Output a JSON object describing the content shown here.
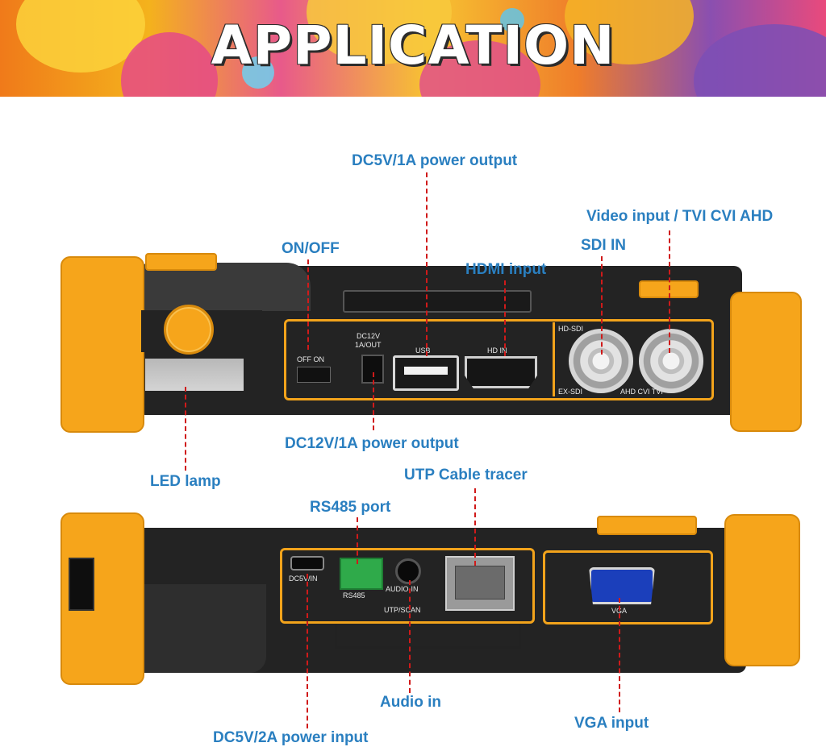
{
  "banner": {
    "title": "APPLICATION"
  },
  "labels": {
    "dc5v_output": "DC5V/1A power output",
    "on_off": "ON/OFF",
    "hdmi_input": "HDMI input",
    "sdi_in": "SDI IN",
    "video_input": "Video input / TVI CVI AHD",
    "dc12v_output": "DC12V/1A power output",
    "led_lamp": "LED lamp",
    "rs485_port": "RS485 port",
    "utp_tracer": "UTP Cable tracer",
    "audio_in": "Audio in",
    "vga_input": "VGA input",
    "dc5v_input": "DC5V/2A power input"
  },
  "device_top": {
    "off_on": "OFF ON",
    "dc12v": "DC12V",
    "dc12v_sub": "1A/OUT",
    "usb": "USB",
    "hd_in": "HD IN",
    "hd_sdi": "HD-SDI",
    "ex_sdi": "EX-SDI",
    "ahd_cvi_tvi": "AHD CVI TVI"
  },
  "device_bottom": {
    "dc5v_in": "DC5V/IN",
    "rs485": "RS485",
    "audio_in": "AUDIO-IN",
    "utp_scan": "UTP/SCAN",
    "vga": "VGA"
  },
  "colors": {
    "accent_orange": "#f6a51b",
    "label_blue": "#2a7fc0",
    "leader_red": "#d01a1a",
    "device_body": "#232323"
  }
}
